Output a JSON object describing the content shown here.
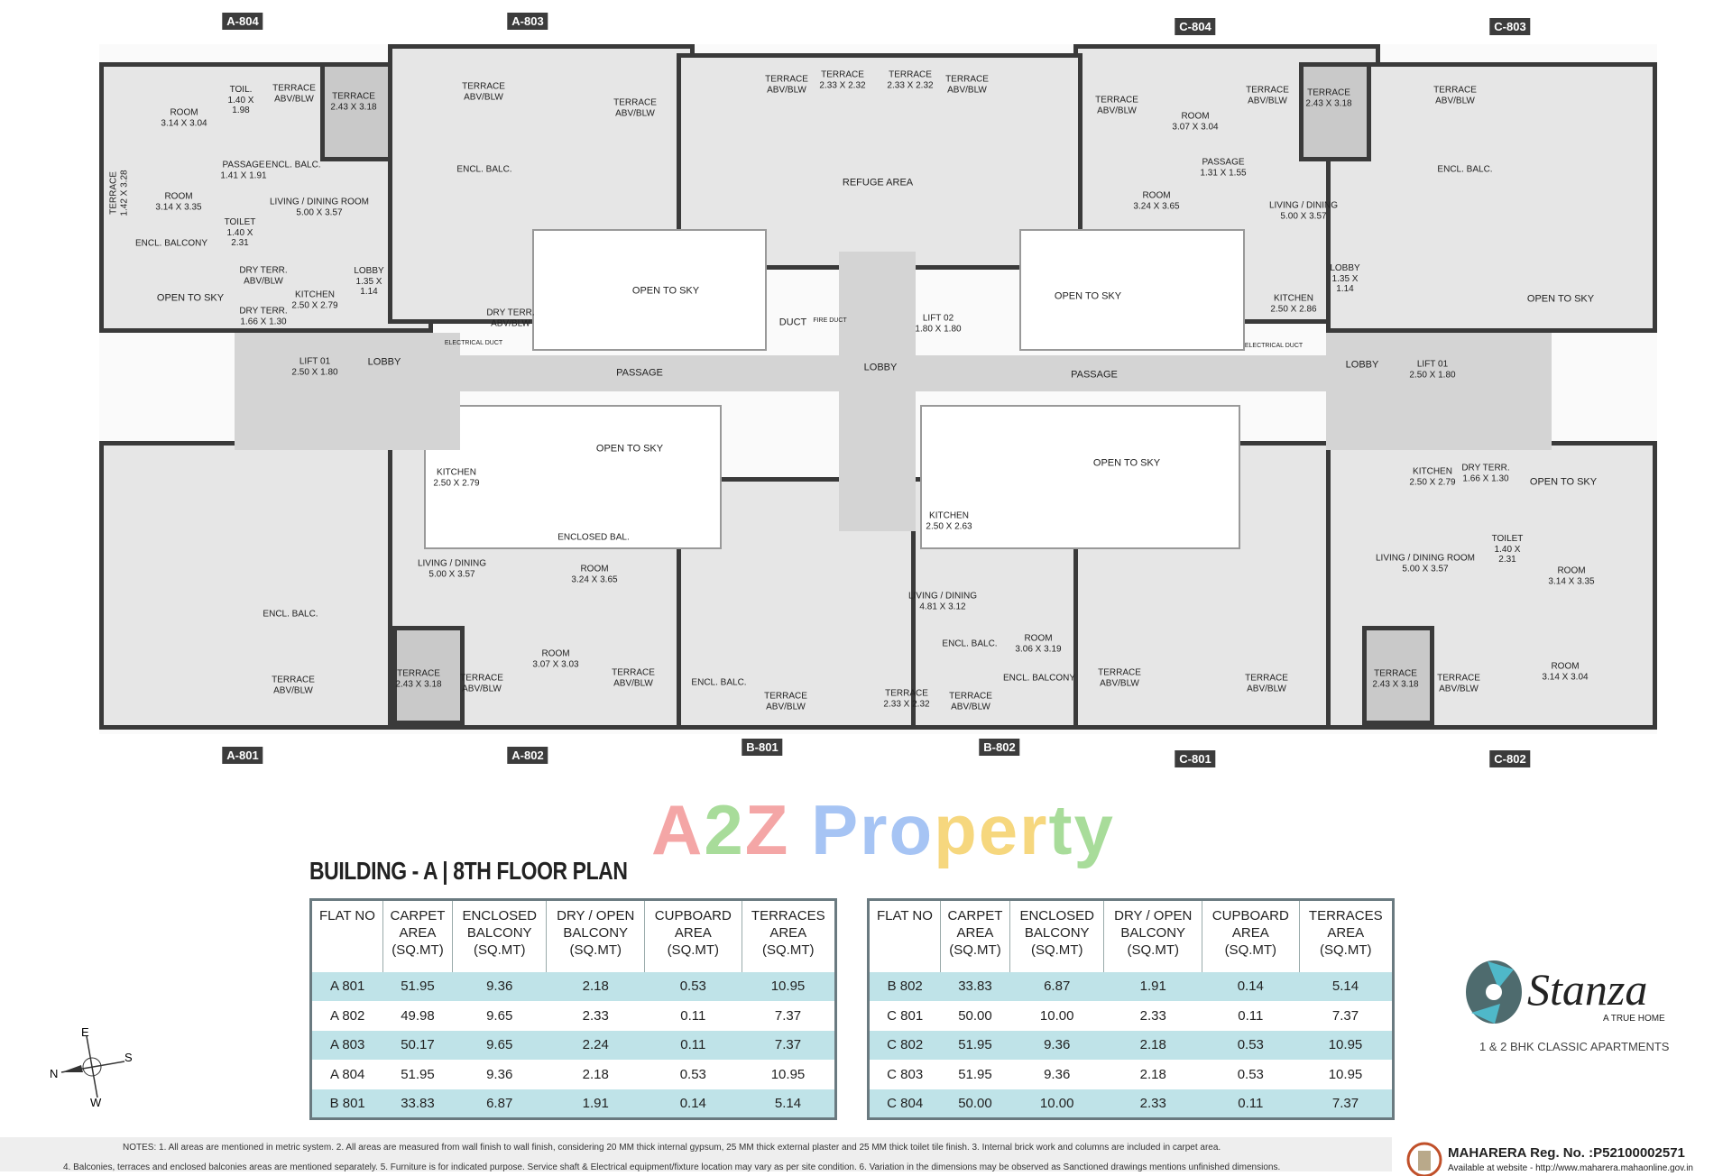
{
  "plan": {
    "units": [
      "A-804",
      "A-803",
      "C-804",
      "C-803",
      "A-801",
      "A-802",
      "B-801",
      "B-802",
      "C-801",
      "C-802"
    ],
    "common": {
      "refuge": "REFUGE AREA",
      "lobby": "LOBBY",
      "passage": "PASSAGE",
      "open_to_sky": "OPEN TO SKY",
      "lift01": "LIFT 01\n2.50 X 1.80",
      "lift02": "LIFT 02\n1.80 X 1.80",
      "duct": "DUCT",
      "fire_duct": "FIRE DUCT",
      "electrical_duct": "ELECTRICAL DUCT"
    },
    "rooms": {
      "living_a804": "LIVING / DINING ROOM\n5.00 X 3.57",
      "living_a803": "LIVING / DINING\n5.00 X 3.57",
      "living_b": "LIVING / DINING\n4.81 X 3.12",
      "living_c804": "LIVING / DINING\n5.00 X 3.57",
      "living_c802": "LIVING / DINING ROOM\n5.00 X 3.57",
      "kitchen_1": "KITCHEN\n2.50 X 2.79",
      "kitchen_2": "KITCHEN\n2.50 X 2.79",
      "kitchen_3": "KITCHEN\n2.50 X 2.63",
      "kitchen_4": "KITCHEN\n2.50 X 2.86",
      "kitchen_5": "KITCHEN\n2.50 X 2.79",
      "room_1": "ROOM\n3.14 X 3.04",
      "room_2": "ROOM\n3.14 X 3.35",
      "room_3": "ROOM\n3.24 X 3.65",
      "room_4": "ROOM\n3.07 X 3.03",
      "room_5": "ROOM\n3.07 X 3.04",
      "room_6": "ROOM\n3.24 X 3.65",
      "room_7": "ROOM\n3.06 X 3.19",
      "room_8": "ROOM\n3.14 X 3.35",
      "room_9": "ROOM\n3.14 X 3.04",
      "terrace_1": "TERRACE\n2.43 X 3.18",
      "terrace_2": "TERRACE\n2.43 X 3.18",
      "terrace_3": "TERRACE\n2.43 X 3.18",
      "terrace_4": "TERRACE\n2.43 X 3.18",
      "terrace_5": "TERRACE\n2.33 X 2.32",
      "terrace_6": "TERRACE\n2.33 X 2.32",
      "terrace_7": "TERRACE\n2.33 X 2.32",
      "terrace_abv": "TERRACE\nABV/BLW",
      "encl_balc": "ENCL. BALC.",
      "encl_balcony": "ENCL. BALCONY",
      "toilet": "TOILET\n1.40 X\n2.31",
      "toil": "TOIL.\n1.40 X\n1.98",
      "passage_1": "PASSAGE\n1.41 X 1.91",
      "passage_2": "PASSAGE\n1.31 X 1.55",
      "lobby_s": "LOBBY\n1.35 X\n1.14",
      "dry_terr": "DRY TERR.\nABV/BLW",
      "dry_terr_2": "DRY TERR.\n1.66 X 1.30",
      "terrace_side": "TERRACE\n1.42 X 3.28",
      "enclosed_bal": "ENCLOSED BAL."
    }
  },
  "title": "BUILDING - A  |  8TH FLOOR PLAN",
  "table_headers": [
    "FLAT NO",
    "CARPET\nAREA\n(SQ.MT)",
    "ENCLOSED\nBALCONY\n(SQ.MT)",
    "DRY / OPEN\nBALCONY\n(SQ.MT)",
    "CUPBOARD\nAREA\n(SQ.MT)",
    "TERRACES\nAREA\n(SQ.MT)"
  ],
  "table_left": [
    [
      "A 801",
      "51.95",
      "9.36",
      "2.18",
      "0.53",
      "10.95"
    ],
    [
      "A 802",
      "49.98",
      "9.65",
      "2.33",
      "0.11",
      "7.37"
    ],
    [
      "A 803",
      "50.17",
      "9.65",
      "2.24",
      "0.11",
      "7.37"
    ],
    [
      "A 804",
      "51.95",
      "9.36",
      "2.18",
      "0.53",
      "10.95"
    ],
    [
      "B 801",
      "33.83",
      "6.87",
      "1.91",
      "0.14",
      "5.14"
    ]
  ],
  "table_right": [
    [
      "B 802",
      "33.83",
      "6.87",
      "1.91",
      "0.14",
      "5.14"
    ],
    [
      "C 801",
      "50.00",
      "10.00",
      "2.33",
      "0.11",
      "7.37"
    ],
    [
      "C 802",
      "51.95",
      "9.36",
      "2.18",
      "0.53",
      "10.95"
    ],
    [
      "C 803",
      "51.95",
      "9.36",
      "2.18",
      "0.53",
      "10.95"
    ],
    [
      "C 804",
      "50.00",
      "10.00",
      "2.33",
      "0.11",
      "7.37"
    ]
  ],
  "colors": {
    "row_highlight": "#bfe3e8",
    "logo_teal": "#4fb8c9",
    "logo_slate": "#4e6b6e"
  },
  "watermark": "A2Z Property",
  "compass": {
    "n": "N",
    "e": "E",
    "s": "S",
    "w": "W"
  },
  "logo": {
    "name": "Stanza",
    "tagline": "A TRUE HOME",
    "subtitle": "1 & 2 BHK CLASSIC APARTMENTS"
  },
  "notes": {
    "line1": "NOTES: 1. All areas are mentioned in metric system.   2. All areas are measured from wall finish to wall finish, considering 20 MM thick internal gypsum, 25 MM thick external plaster and 25 MM thick toilet tile finish.   3. Internal brick work and columns are included in carpet area.",
    "line2": "4. Balconies, terraces and enclosed balconies areas are mentioned separately.   5. Furniture is for indicated purpose. Service shaft & Electrical equipment/fixture location may vary as per site condition.   6. Variation in the dimensions may be observed as Sanctioned drawings mentions unfinished dimensions."
  },
  "rera": {
    "reg": "MAHARERA Reg. No. :P52100002571",
    "site": "Available at website - http://www.maharera.mahaonline.gov.in"
  }
}
